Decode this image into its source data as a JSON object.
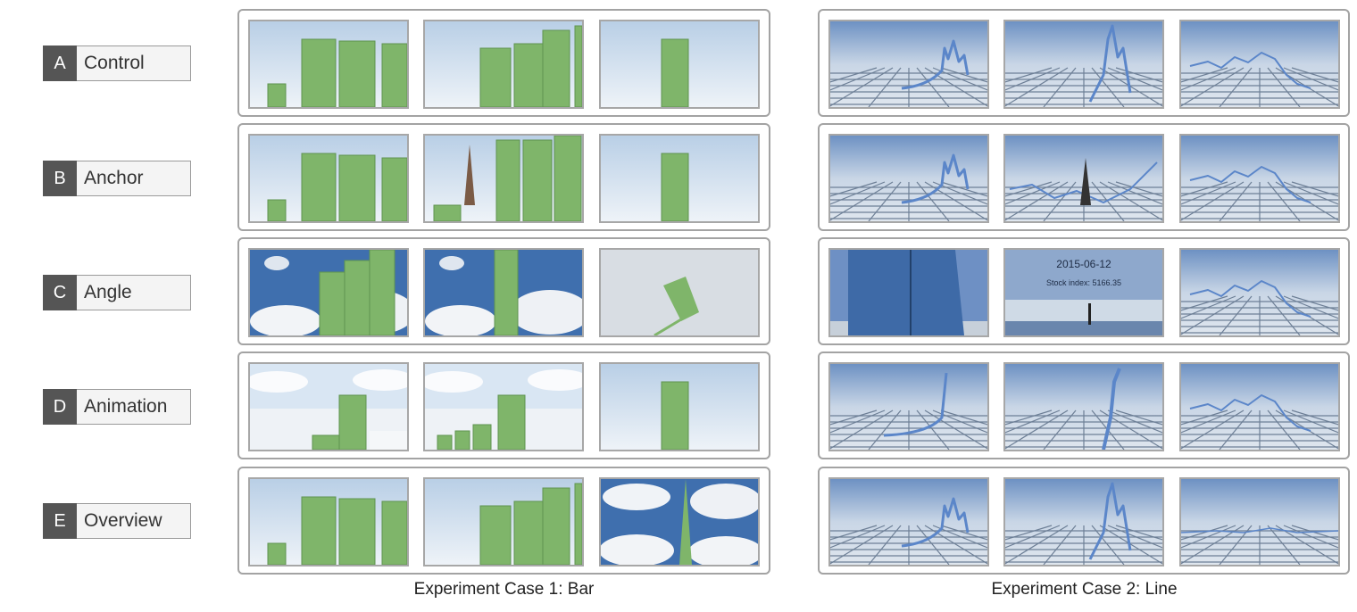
{
  "rows": [
    {
      "letter": "A",
      "name": "Control"
    },
    {
      "letter": "B",
      "name": "Anchor"
    },
    {
      "letter": "C",
      "name": "Angle"
    },
    {
      "letter": "D",
      "name": "Animation"
    },
    {
      "letter": "E",
      "name": "Overview"
    }
  ],
  "captions": {
    "bar": "Experiment Case 1: Bar",
    "line": "Experiment Case 2: Line"
  },
  "thumb_text": {
    "tooltip_date": "2015-06-12",
    "tooltip_value": "Stock index: 5166.35"
  },
  "colors": {
    "bar_green": "#7fb56a",
    "line_blue": "#5b86c9",
    "label_dark": "#555555"
  }
}
